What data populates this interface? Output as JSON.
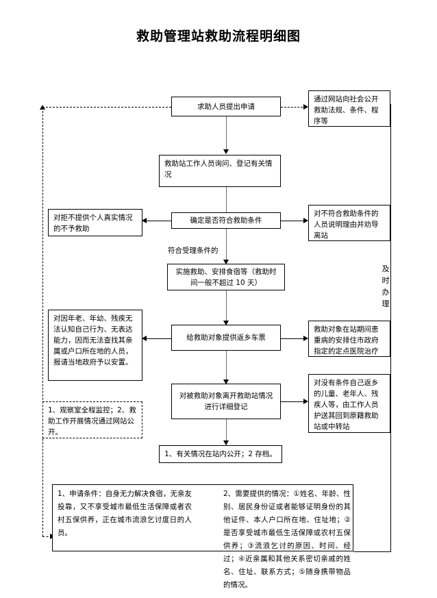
{
  "title": "救助管理站救助流程明细图",
  "flow": {
    "main_steps": [
      {
        "id": "step-apply",
        "text": "求助人员提出申请"
      },
      {
        "id": "step-inquire",
        "text": "救助站工作人员询问、登记有关情况"
      },
      {
        "id": "step-determine",
        "text": "确定是否符合救助条件"
      },
      {
        "id": "step-assist",
        "text": "实施救助、安排食宿等（救助时间一般不超过 10 天）"
      },
      {
        "id": "step-ticket",
        "text": "给救助对象提供返乡车票"
      },
      {
        "id": "step-register-leave",
        "text": "对被救助对象离开救助站情况进行详细登记"
      },
      {
        "id": "step-publish-archive",
        "text": "1、有关情况在站内公开；2 存档。"
      }
    ],
    "edge_labels": [
      {
        "id": "label-eligible",
        "text": "符合受理条件的"
      }
    ],
    "right_branches": [
      {
        "id": "branch-publicize",
        "text": "通过网站向社会公开救助法规、条件、程序等"
      },
      {
        "id": "branch-not-eligible",
        "text": "对不符合救助条件的人员说明理由并劝导离站"
      },
      {
        "id": "branch-hospital",
        "text": "救助对象在站期间患重病的安排住市政府指定的定点医院治疗"
      },
      {
        "id": "branch-escort",
        "text": "对没有条件自己返乡的儿童、老年人、残疾人等，由工作人员护送其回到原籍救助站或中转站"
      }
    ],
    "left_branches": [
      {
        "id": "branch-refuse-truth",
        "text": "对拒不提供个人真实情况的不予救助"
      },
      {
        "id": "branch-resettle",
        "text": "对因年老、年幼、残疾无法认知自己行为、无表达能力，因而无法查找其亲属或户口所在地的人员，报请当地政府予以安置。"
      }
    ],
    "dashed_notes": [
      {
        "id": "note-monitor",
        "text": "1、观察室全程监控；2、救助工作开展情况通过网站公开。"
      }
    ],
    "vertical_label": {
      "id": "label-timely",
      "text": "及时办理"
    }
  },
  "footer_note": {
    "left": "1、申请条件：自身无力解决食宿，无亲友投靠，又不享受城市最低生活保障或者农村五保供养，正在城市流浪乞讨度日的人员。",
    "right": "2、需要提供的情况：①姓名、年龄、性别、居民身份证或者能够证明身份的其他证件、本人户口所在地、住址地；②是否享受城市最低生活保障或农村五保供养；③流浪乞讨的原因、时间、经过；④近亲属和其他关系密切亲戚的姓名、住址、联系方式；⑤随身携带物品的情况。"
  },
  "colors": {
    "line": "#6b6b6b",
    "border": "#000000",
    "background": "#ffffff",
    "text": "#000000"
  }
}
